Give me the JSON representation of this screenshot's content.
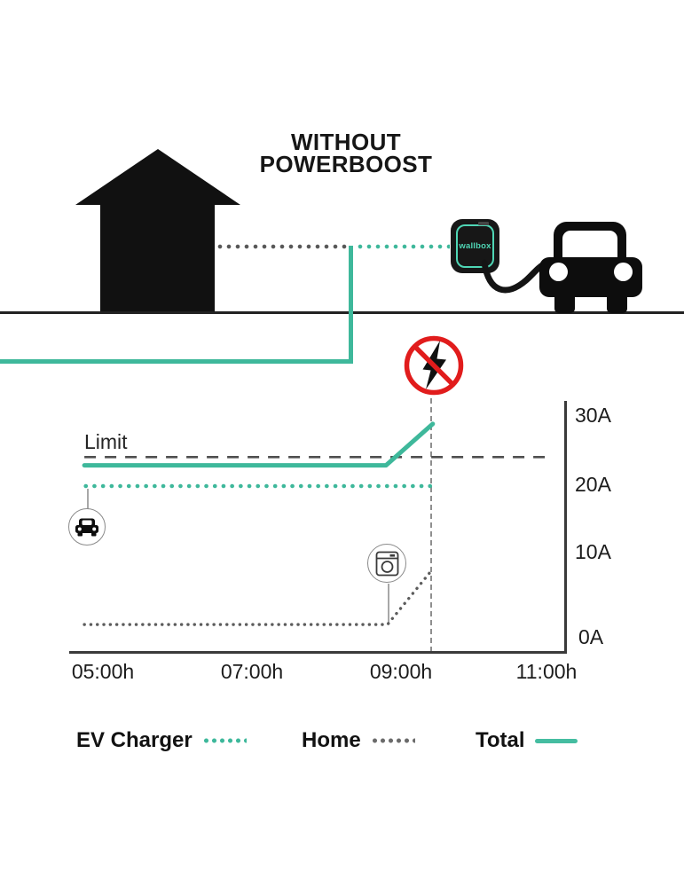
{
  "title": {
    "line1": "WITHOUT",
    "line2": "POWERBOOST"
  },
  "scene": {
    "charger_brand": "wallbox",
    "elements": [
      "house",
      "underground-power-feed",
      "supply-dotted-line",
      "wallbox-charger",
      "charging-cable",
      "car",
      "ground-line",
      "no-power-alert"
    ]
  },
  "chart_data": {
    "type": "line",
    "title": "",
    "x_ticks": [
      "05:00h",
      "07:00h",
      "09:00h",
      "11:00h"
    ],
    "y_ticks": [
      "30A",
      "20A",
      "10A",
      "0A"
    ],
    "x_unit": "time of day (hours)",
    "y_unit": "current (amps)",
    "xlim": [
      4.45,
      11.25
    ],
    "ylim": [
      0,
      30.5
    ],
    "grid": false,
    "legend_position": "bottom",
    "limit": {
      "label": "Limit",
      "amps": 23.5,
      "t_start": 4.75,
      "t_end": 11.0
    },
    "supply_cut_time": 9.44,
    "series": [
      {
        "name": "EV Charger",
        "style": "dotted",
        "color": "#3EB89B",
        "points": [
          {
            "t": 4.77,
            "amps": 20
          },
          {
            "t": 9.43,
            "amps": 20
          }
        ]
      },
      {
        "name": "Home",
        "style": "dotted",
        "color": "#5C5C5C",
        "points": [
          {
            "t": 4.75,
            "amps": 3.3
          },
          {
            "t": 8.83,
            "amps": 3.3
          },
          {
            "t": 9.44,
            "amps": 10
          }
        ]
      },
      {
        "name": "Total",
        "style": "solid",
        "color": "#3EB89B",
        "points": [
          {
            "t": 4.75,
            "amps": 22.5
          },
          {
            "t": 8.81,
            "amps": 22.5
          },
          {
            "t": 9.44,
            "amps": 27.5
          }
        ]
      }
    ],
    "annotations": [
      {
        "icon": "car",
        "meaning": "EV charging load on EV Charger line"
      },
      {
        "icon": "washing-machine",
        "meaning": "home appliance switches on, Home load rises"
      },
      {
        "icon": "no-power",
        "meaning": "supply cut when Total exceeds Limit"
      }
    ]
  },
  "legend": {
    "items": [
      {
        "label": "EV Charger",
        "swatch": "dotted-teal"
      },
      {
        "label": "Home",
        "swatch": "dotted-gray"
      },
      {
        "label": "Total",
        "swatch": "solid-teal"
      }
    ]
  },
  "colors": {
    "teal": "#3EB89B",
    "charger_accent": "#4FD6B5",
    "alert_red": "#E11C1C",
    "ink": "#121212",
    "gray_dots": "#5C5C5C"
  }
}
